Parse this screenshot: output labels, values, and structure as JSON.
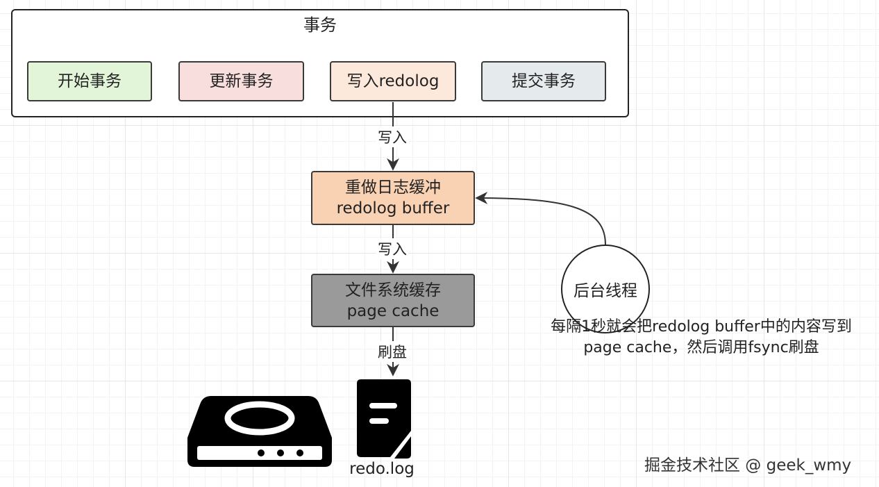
{
  "group": {
    "title": "事务"
  },
  "steps": [
    {
      "label": "开始事务",
      "fill": "#e2f5d9"
    },
    {
      "label": "更新事务",
      "fill": "#f9dede"
    },
    {
      "label": "写入redolog",
      "fill": "#fde9dc"
    },
    {
      "label": "提交事务",
      "fill": "#e5eaec"
    }
  ],
  "redo_buffer": {
    "line1": "重做日志缓冲",
    "line2": "redolog buffer",
    "fill": "#f9d2b4"
  },
  "page_cache": {
    "line1": "文件系统缓存",
    "line2": "page cache",
    "fill": "#9a9a9a"
  },
  "edges": {
    "write_1": "写入",
    "write_2": "写入",
    "flush": "刷盘"
  },
  "background_thread": {
    "label": "后台线程"
  },
  "note": {
    "line1": "每隔1秒就会把redolog buffer中的内容写到",
    "line2": "page cache，然后调用fsync刷盘"
  },
  "icons": {
    "disk": "hard-drive-icon",
    "file": "document-file-icon"
  },
  "file_name": "redo.log",
  "watermark": "掘金技术社区 @ geek_wmy"
}
